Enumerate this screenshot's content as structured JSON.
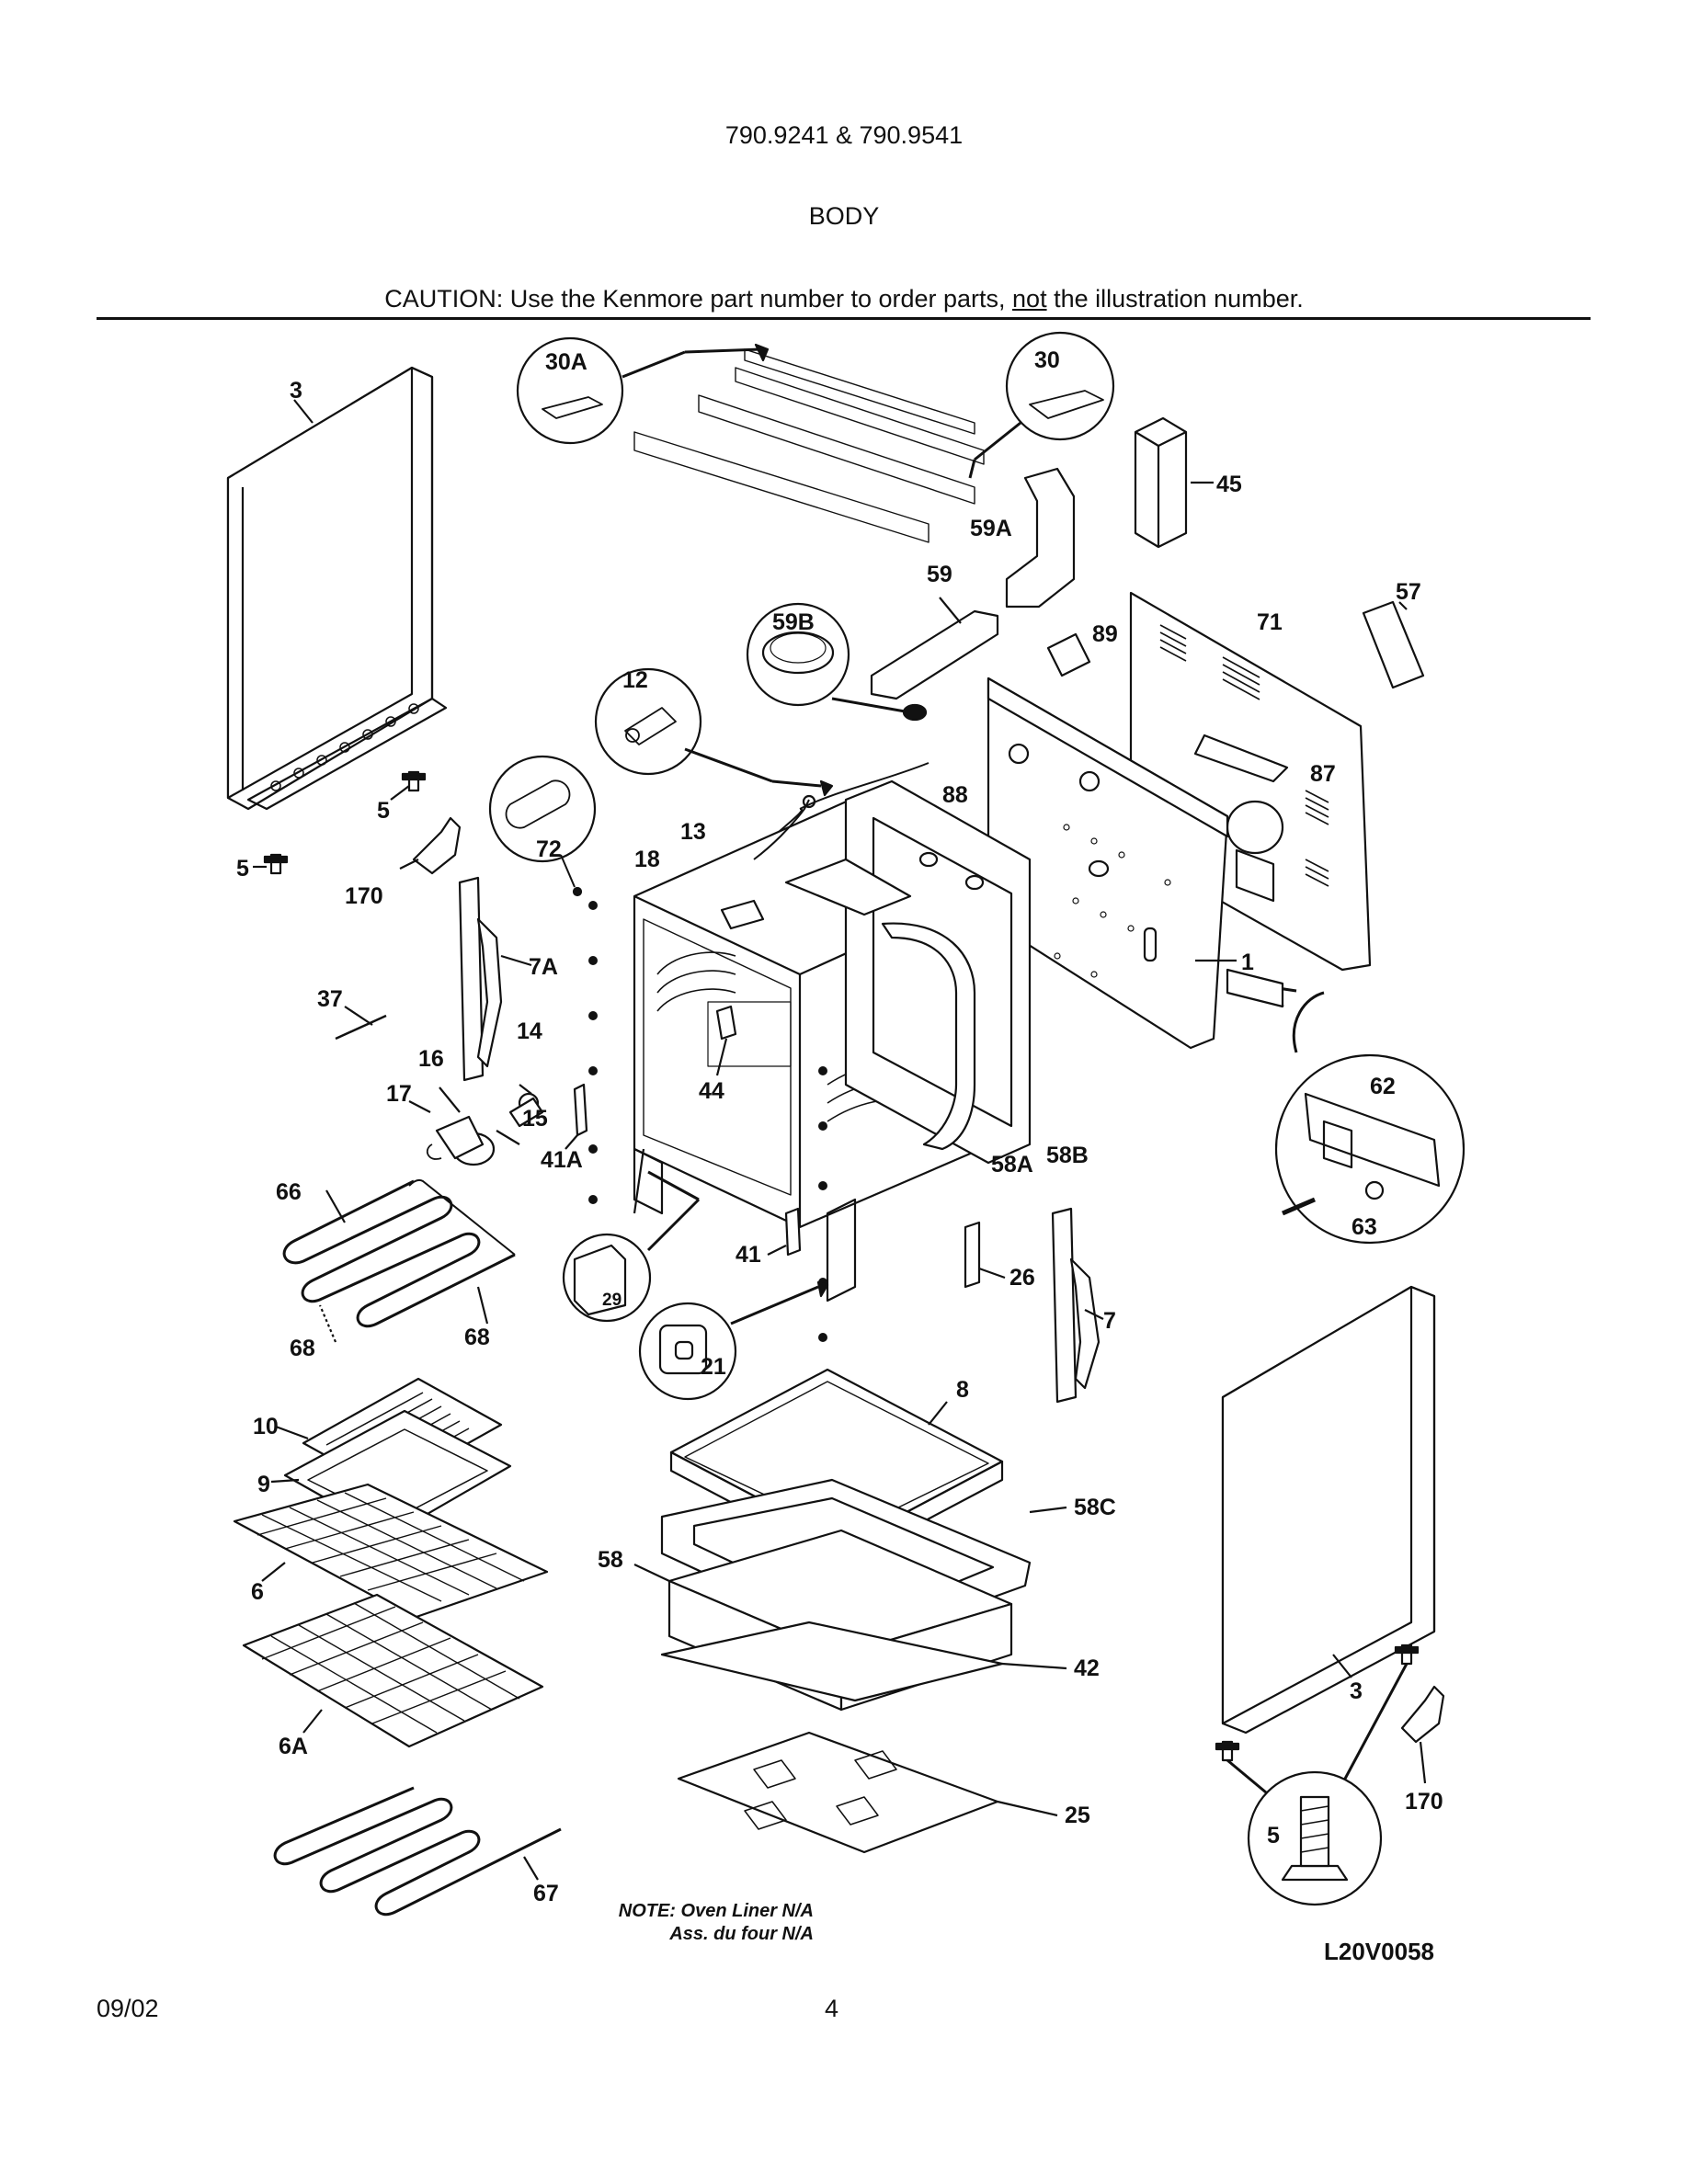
{
  "header": {
    "model": "790.9241 & 790.9541",
    "section": "BODY",
    "caution_pre": "CAUTION: Use the Kenmore part number to order parts, ",
    "caution_emph": "not",
    "caution_post": " the illustration number."
  },
  "callouts": {
    "c3a": "3",
    "c30a": "30A",
    "c30": "30",
    "c45": "45",
    "c59a": "59A",
    "c59": "59",
    "c57": "57",
    "c71": "71",
    "c59b": "59B",
    "c89": "89",
    "c12": "12",
    "c87": "87",
    "c88": "88",
    "c5a": "5",
    "c5b": "5",
    "c170a": "170",
    "c72": "72",
    "c13": "13",
    "c18": "18",
    "c7a": "7A",
    "c1": "1",
    "c37": "37",
    "c14": "14",
    "c16": "16",
    "c17": "17",
    "c15": "15",
    "c44": "44",
    "c41a": "41A",
    "c58a": "58A",
    "c58b": "58B",
    "c62": "62",
    "c63": "63",
    "c66": "66",
    "c41": "41",
    "c29": "29",
    "c26": "26",
    "c7": "7",
    "c21": "21",
    "c68a": "68",
    "c68b": "68",
    "c8": "8",
    "c10": "10",
    "c9": "9",
    "c58c": "58C",
    "c58": "58",
    "c6": "6",
    "c42": "42",
    "c3b": "3",
    "c6a": "6A",
    "c170b": "170",
    "c25": "25",
    "c5c": "5",
    "c67": "67"
  },
  "note": {
    "line1": "NOTE: Oven Liner N/A",
    "line2": "Ass. du four N/A"
  },
  "diagram_code": "L20V0058",
  "footer": {
    "date": "09/02",
    "page": "4"
  }
}
